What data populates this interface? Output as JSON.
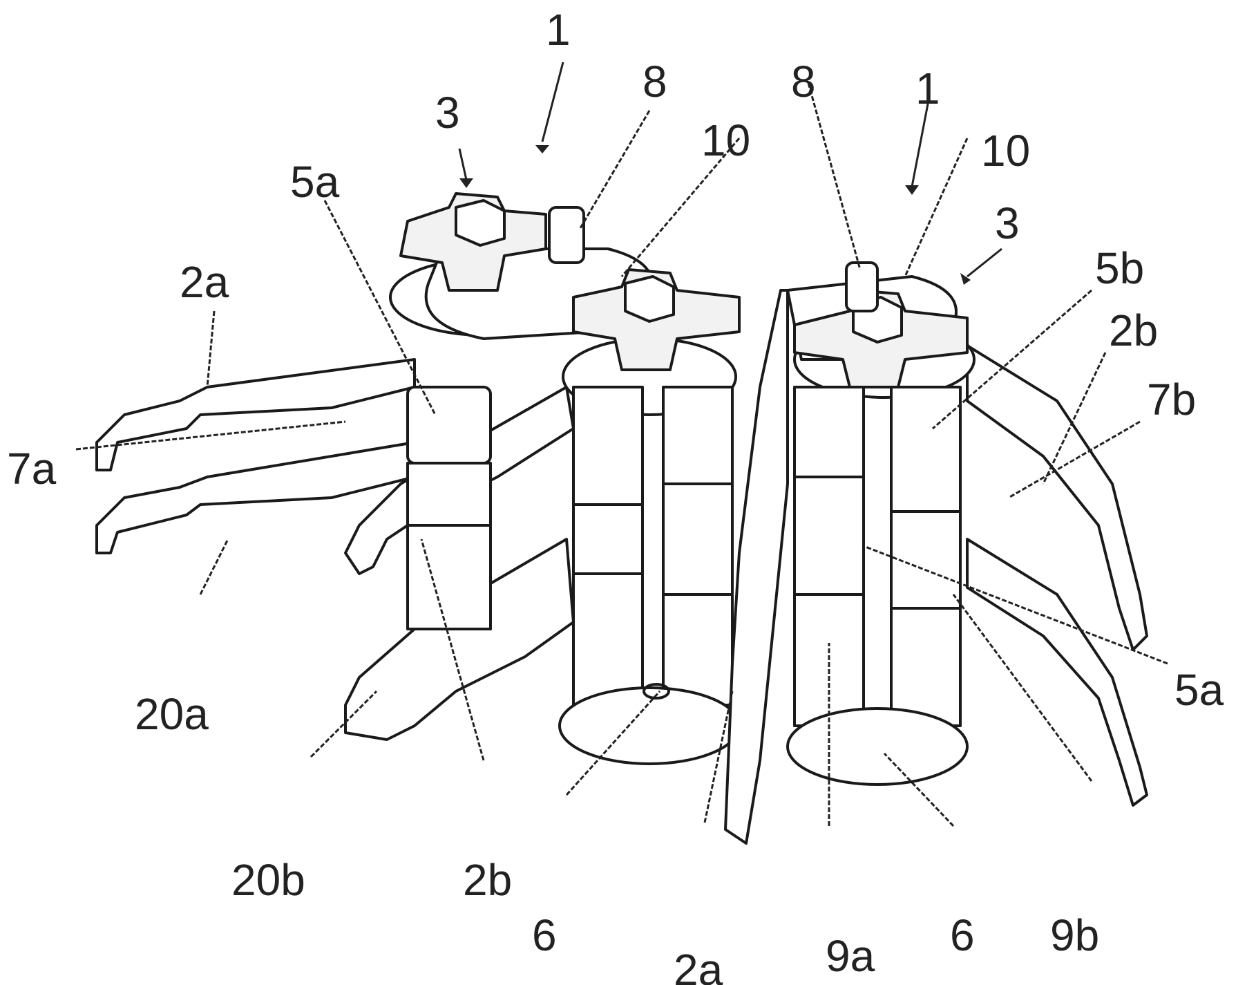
{
  "labels": {
    "l1_left": "1",
    "l1_right": "1",
    "l3_left": "3",
    "l3_right": "3",
    "l8_left": "8",
    "l8_right": "8",
    "l10_left": "10",
    "l10_right": "10",
    "l5a_left": "5a",
    "l5a_right": "5a",
    "l5b": "5b",
    "l2a_left": "2a",
    "l2a_bottom": "2a",
    "l2b_right": "2b",
    "l2b_bottom": "2b",
    "l7a": "7a",
    "l7b": "7b",
    "l20a": "20a",
    "l20b": "20b",
    "l6_left": "6",
    "l6_right": "6",
    "l9a": "9a",
    "l9b": "9b"
  }
}
